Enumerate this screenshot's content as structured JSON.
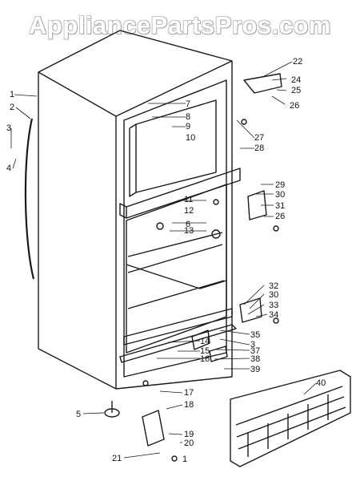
{
  "watermark": "AppliancePartsPros.com",
  "part_labels": [
    "1",
    "2",
    "3",
    "4",
    "5",
    "6",
    "7",
    "8",
    "9",
    "10",
    "11",
    "12",
    "13",
    "14",
    "15",
    "16",
    "17",
    "18",
    "19",
    "20",
    "21",
    "22",
    "24",
    "25",
    "26",
    "27",
    "28",
    "29",
    "30",
    "31",
    "26",
    "32",
    "30",
    "33",
    "34",
    "35",
    "3",
    "37",
    "38",
    "39",
    "40",
    "1"
  ]
}
